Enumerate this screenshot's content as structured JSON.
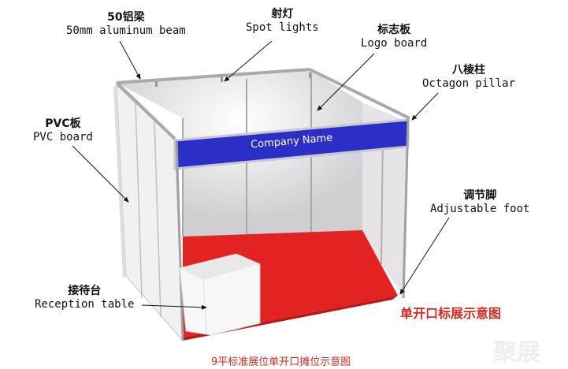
{
  "labels": {
    "beam": {
      "cn": "50铝梁",
      "en": "50mm aluminum beam"
    },
    "spot": {
      "cn": "射灯",
      "en": "Spot lights"
    },
    "logo": {
      "cn": "标志板",
      "en": "Logo board"
    },
    "pillar": {
      "cn": "八棱柱",
      "en": "Octagon pillar"
    },
    "pvc": {
      "cn": "PVC板",
      "en": "PVC board"
    },
    "foot": {
      "cn": "调节脚",
      "en": "Adjustable foot"
    },
    "reception": {
      "cn": "接待台",
      "en": "Reception table"
    }
  },
  "company_name": "Company Name",
  "title": "单开口标展示意图",
  "caption": "9平标准展位单开口摊位示意图",
  "watermark": "聚展",
  "colors": {
    "floor": "#e32222",
    "logo_board": "#2b2fc8",
    "accent_text": "#e0281e"
  }
}
